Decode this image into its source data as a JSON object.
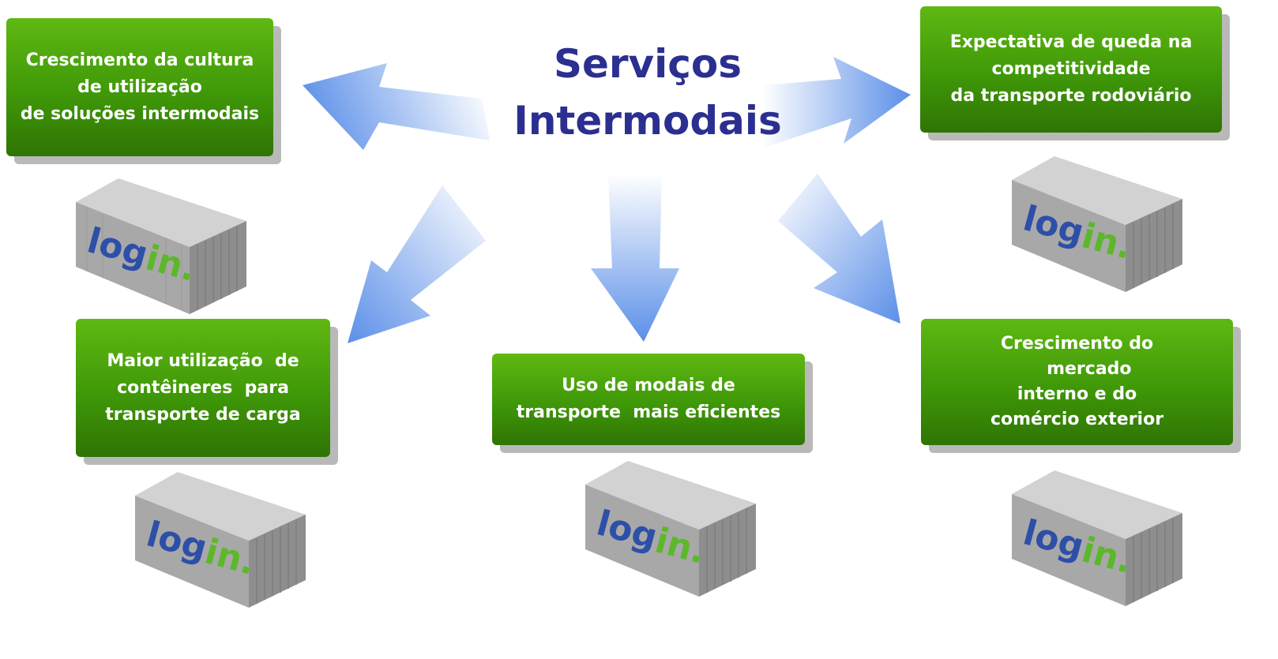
{
  "title": {
    "line1": "Serviços",
    "line2": "Intermodais"
  },
  "boxes": [
    {
      "lines": [
        "Crescimento da cultura",
        "de utilização",
        "de soluções intermodais"
      ]
    },
    {
      "lines": [
        "Expectativa de queda na",
        "competitividade",
        "da transporte rodoviário"
      ]
    },
    {
      "lines": [
        "Maior utilização  de",
        "contêineres  para",
        "transporte de carga"
      ]
    },
    {
      "lines": [
        "Uso de modais de",
        "transporte  mais eficientes"
      ]
    },
    {
      "lines": [
        "Crescimento do",
        "    mercado",
        "interno e do",
        "comércio exterior"
      ]
    }
  ],
  "logo_text": "login.",
  "colors": {
    "title": "#2b2f8f",
    "box_green": "#3f9808",
    "arrow_blue": "#5b8fe8",
    "logo_blue": "#2d4fa8",
    "logo_green": "#5cb82a"
  }
}
